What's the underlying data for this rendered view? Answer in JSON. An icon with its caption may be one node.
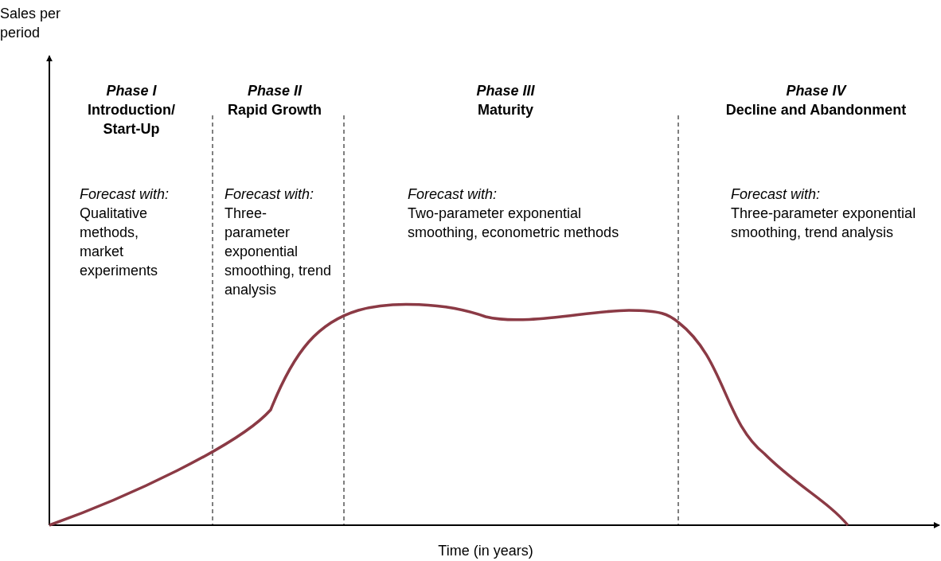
{
  "diagram": {
    "labels": [
      "Sales per period",
      "Phase I",
      "Introduction/ Start-Up",
      "Phase II",
      "Rapid Growth",
      "Phase III",
      "Maturity",
      "Phase IV",
      "Decline and Abandonment",
      "Forecast with:",
      "Qualitative methods, market experiments",
      "Forecast with:",
      "Three-parameter exponential smoothing, trend analysis",
      "Forecast with:",
      "Two-parameter exponential smoothing, econometric methods",
      "Forecast with:",
      "Three-parameter exponential smoothing, trend analysis",
      "Time (in years)"
    ]
  }
}
